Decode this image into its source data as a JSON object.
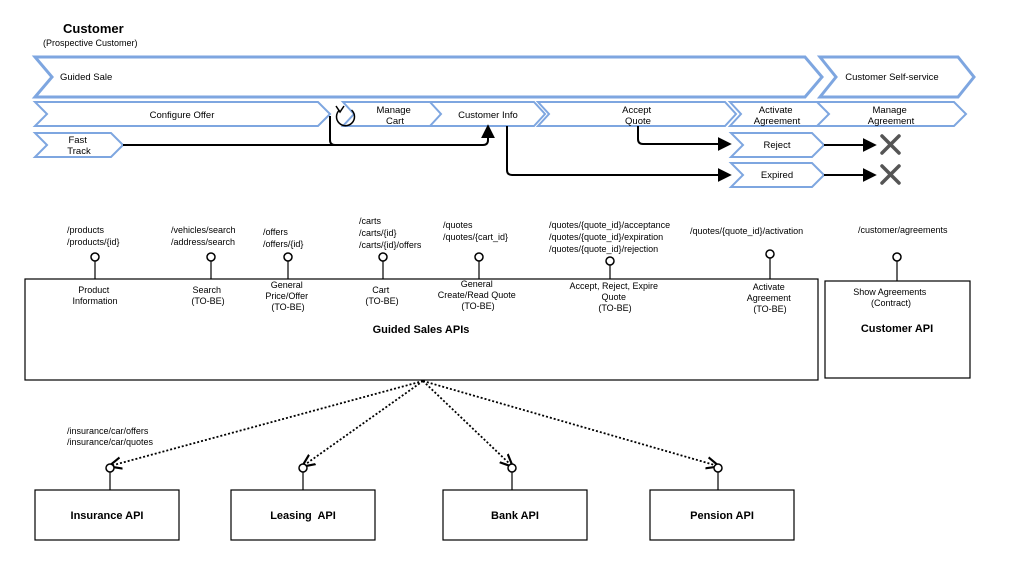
{
  "header": {
    "title": "Customer",
    "subtitle": "(Prospective Customer)"
  },
  "phases": {
    "guided_sale": "Guided Sale",
    "self_service": "Customer Self-service"
  },
  "steps": {
    "configure_offer": "Configure Offer",
    "manage_cart": [
      "Manage",
      "Cart"
    ],
    "customer_info": "Customer Info",
    "accept_quote": [
      "Accept",
      "Quote"
    ],
    "activate_agreement": [
      "Activate",
      "Agreement"
    ],
    "manage_agreement": [
      "Manage",
      "Agreement"
    ],
    "fast_track": [
      "Fast",
      "Track"
    ],
    "reject": "Reject",
    "expired": "Expired"
  },
  "guided_sales_api": {
    "title": "Guided Sales APIs",
    "endpoints": [
      {
        "id": "product-information",
        "paths": [
          "/products",
          "/products/{id}"
        ],
        "label": [
          "Product",
          "Information"
        ]
      },
      {
        "id": "search",
        "paths": [
          "/vehicles/search",
          "/address/search"
        ],
        "label": [
          "Search",
          "(TO-BE)"
        ]
      },
      {
        "id": "general-price-offer",
        "paths": [
          "/offers",
          "/offers/{id}"
        ],
        "label": [
          "General",
          "Price/Offer",
          "(TO-BE)"
        ]
      },
      {
        "id": "cart",
        "paths": [
          "/carts",
          "/carts/{id}",
          "/carts/{id}/offers"
        ],
        "label": [
          "Cart",
          "(TO-BE)"
        ]
      },
      {
        "id": "create-read-quote",
        "paths": [
          "/quotes",
          "/quotes/{cart_id}"
        ],
        "label": [
          "General",
          "Create/Read Quote",
          "(TO-BE)"
        ]
      },
      {
        "id": "accept-reject-expire-quote",
        "paths": [
          "/quotes/{quote_id}/acceptance",
          "/quotes/{quote_id}/expiration",
          "/quotes/{quote_id}/rejection"
        ],
        "label": [
          "Accept, Reject, Expire",
          "Quote",
          "(TO-BE)"
        ]
      },
      {
        "id": "activate-agreement",
        "paths": [
          "/quotes/{quote_id}/activation"
        ],
        "label": [
          "Activate",
          "Agreement",
          "(TO-BE)"
        ]
      }
    ]
  },
  "customer_api": {
    "title": "Customer API",
    "endpoints": [
      {
        "id": "show-agreements",
        "paths": [
          "/customer/agreements"
        ],
        "label": [
          "Show Agreements",
          "(Contract)"
        ]
      }
    ]
  },
  "backend_apis": [
    {
      "id": "insurance",
      "title": "Insurance API",
      "paths": [
        "/insurance/car/offers",
        "/insurance/car/quotes"
      ]
    },
    {
      "id": "leasing",
      "title": "Leasing  API",
      "paths": []
    },
    {
      "id": "bank",
      "title": "Bank API",
      "paths": []
    },
    {
      "id": "pension",
      "title": "Pension API",
      "paths": []
    }
  ],
  "colors": {
    "chevron_stroke": "#7ea6e0",
    "line": "#000000",
    "cross": "#555555",
    "background": "#ffffff"
  }
}
